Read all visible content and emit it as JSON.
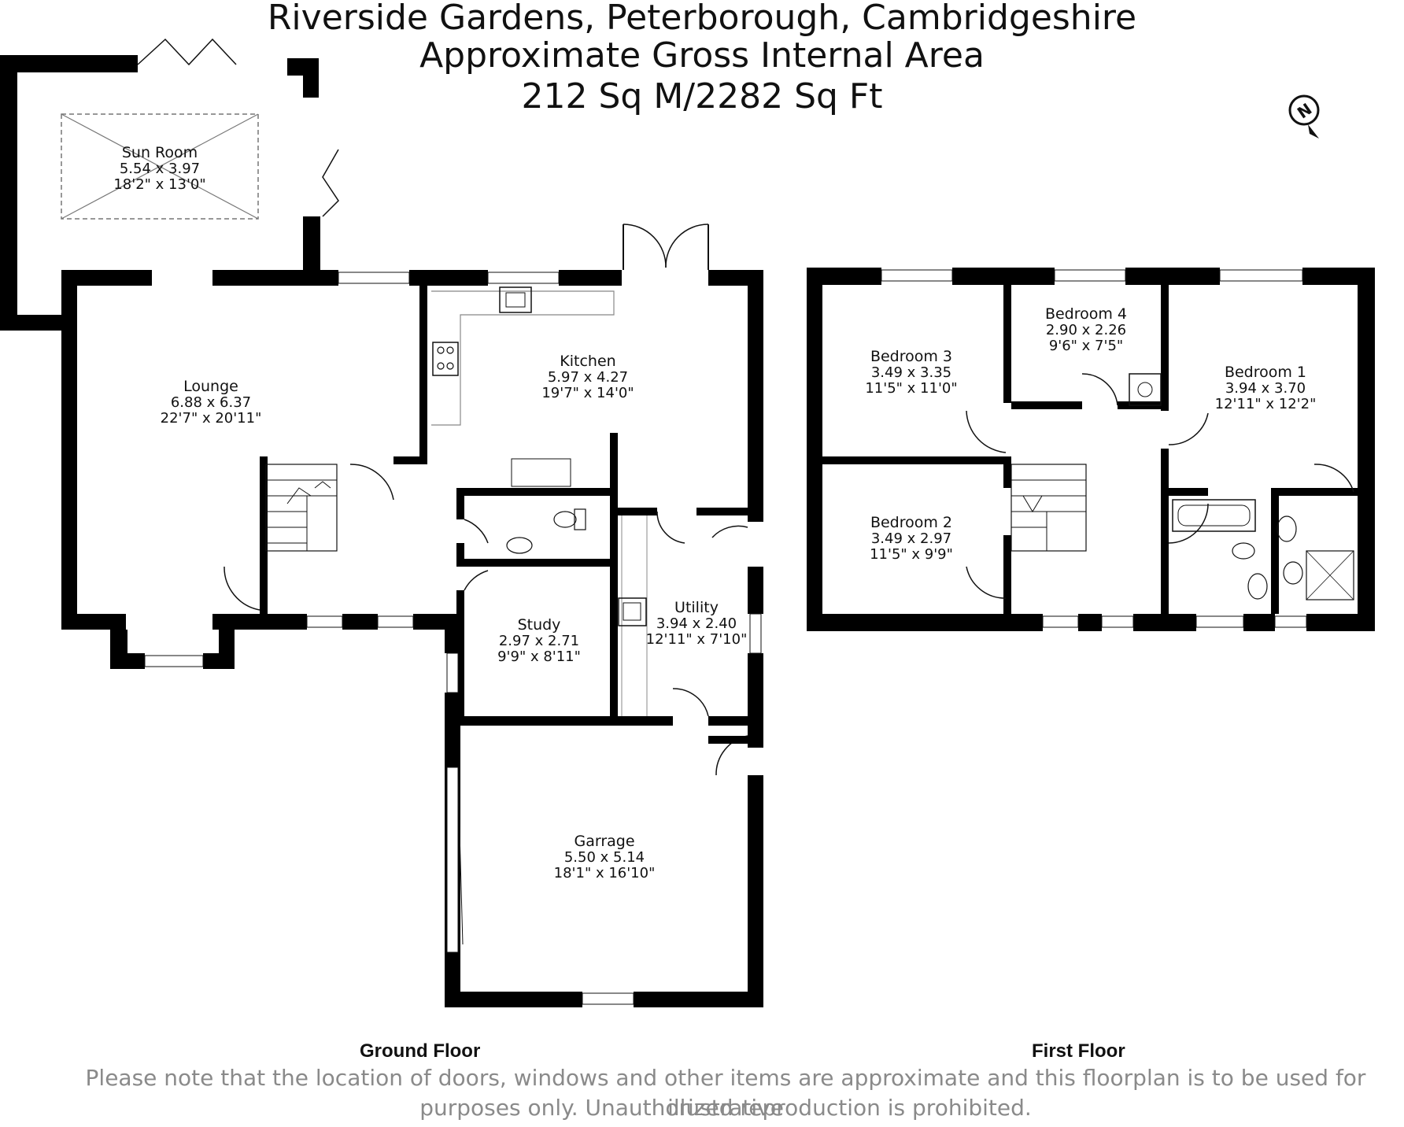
{
  "header": {
    "line1": "Riverside Gardens, Peterborough, Cambridgeshire",
    "line2": "Approximate Gross Internal Area",
    "line3": "212 Sq M/2282 Sq Ft"
  },
  "compass": {
    "letter": "N",
    "icon": "north-arrow-icon"
  },
  "ground_floor": {
    "label": "Ground Floor",
    "rooms": [
      {
        "id": "sun-room",
        "name": "Sun Room",
        "metric": "5.54 x 3.97",
        "imperial": "18'2\" x 13'0\""
      },
      {
        "id": "lounge",
        "name": "Lounge",
        "metric": "6.88 x 6.37",
        "imperial": "22'7\" x 20'11\""
      },
      {
        "id": "kitchen",
        "name": "Kitchen",
        "metric": "5.97 x 4.27",
        "imperial": "19'7\" x 14'0\""
      },
      {
        "id": "study",
        "name": "Study",
        "metric": "2.97 x 2.71",
        "imperial": "9'9\" x 8'11\""
      },
      {
        "id": "utility",
        "name": "Utility",
        "metric": "3.94 x 2.40",
        "imperial": "12'11\" x 7'10\""
      },
      {
        "id": "garrage",
        "name": "Garrage",
        "metric": "5.50 x 5.14",
        "imperial": "18'1\" x 16'10\""
      }
    ]
  },
  "first_floor": {
    "label": "First Floor",
    "rooms": [
      {
        "id": "bedroom-3",
        "name": "Bedroom 3",
        "metric": "3.49 x 3.35",
        "imperial": "11'5\" x 11'0\""
      },
      {
        "id": "bedroom-4",
        "name": "Bedroom 4",
        "metric": "2.90 x 2.26",
        "imperial": "9'6\" x 7'5\""
      },
      {
        "id": "bedroom-1",
        "name": "Bedroom 1",
        "metric": "3.94 x 3.70",
        "imperial": "12'11\" x 12'2\""
      },
      {
        "id": "bedroom-2",
        "name": "Bedroom 2",
        "metric": "3.49 x 2.97",
        "imperial": "11'5\" x 9'9\""
      }
    ]
  },
  "disclaimer": {
    "line1": "Please note that the location of doors, windows and other items are approximate and this floorplan is to be used for illustrative",
    "line2": "purposes only. Unauthorized reproduction is prohibited."
  }
}
